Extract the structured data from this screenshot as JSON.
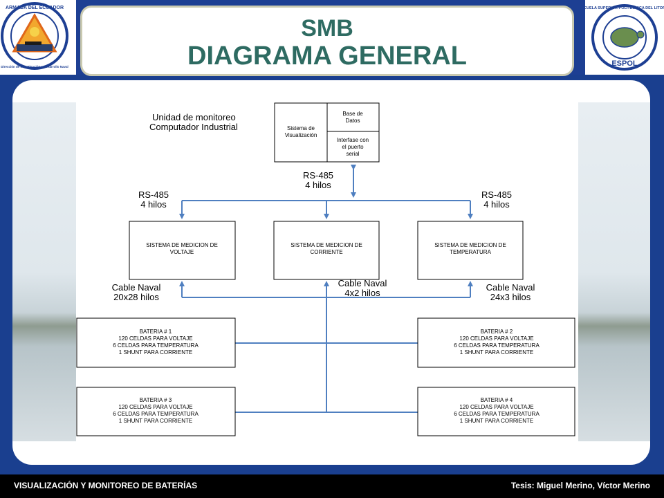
{
  "title": {
    "line1": "SMB",
    "line2": "DIAGRAMA GENERAL"
  },
  "logos": {
    "left": "ARMADA DEL ECUADOR",
    "left_sub": "Dirección de Investigación y Desarrollo Naval",
    "right": "ESCUELA SUPERIOR POLITECNICA DEL LITORAL",
    "right_sub": "ESPOL"
  },
  "diagram": {
    "monitor_label_1": "Unidad de monitoreo",
    "monitor_label_2": "Computador Industrial",
    "computer": {
      "vis_1": "Sistema de",
      "vis_2": "Visualización",
      "db_1": "Base de",
      "db_2": "Datos",
      "iface_1": "Interfase con",
      "iface_2": "el puerto",
      "iface_3": "serial"
    },
    "rs485_center_1": "RS-485",
    "rs485_center_2": "4 hilos",
    "rs485_left_1": "RS-485",
    "rs485_left_2": "4 hilos",
    "rs485_right_1": "RS-485",
    "rs485_right_2": "4 hilos",
    "systems": {
      "voltage_1": "SISTEMA DE MEDICION DE",
      "voltage_2": "VOLTAJE",
      "current_1": "SISTEMA DE MEDICION DE",
      "current_2": "CORRIENTE",
      "temp_1": "SISTEMA DE MEDICION DE",
      "temp_2": "TEMPERATURA"
    },
    "cable_left_1": "Cable Naval",
    "cable_left_2": "20x28 hilos",
    "cable_center_1": "Cable Naval",
    "cable_center_2": "4x2 hilos",
    "cable_right_1": "Cable Naval",
    "cable_right_2": "24x3 hilos",
    "batteries": [
      {
        "name": "BATERIA # 1",
        "l1": "120 CELDAS PARA VOLTAJE",
        "l2": "6 CELDAS PARA TEMPERATURA",
        "l3": "1 SHUNT PARA CORRIENTE"
      },
      {
        "name": "BATERIA # 2",
        "l1": "120 CELDAS PARA VOLTAJE",
        "l2": "6 CELDAS PARA TEMPERATURA",
        "l3": "1 SHUNT PARA CORRIENTE"
      },
      {
        "name": "BATERIA # 3",
        "l1": "120 CELDAS PARA VOLTAJE",
        "l2": "6 CELDAS PARA TEMPERATURA",
        "l3": "1 SHUNT PARA CORRIENTE"
      },
      {
        "name": "BATERIA # 4",
        "l1": "120 CELDAS PARA VOLTAJE",
        "l2": "6 CELDAS PARA TEMPERATURA",
        "l3": "1 SHUNT PARA CORRIENTE"
      }
    ]
  },
  "footer": {
    "left": "VISUALIZACIÓN Y MONITOREO DE BATERÍAS",
    "right": "Tesis: Miguel Merino, Víctor Merino"
  },
  "colors": {
    "title": "#2e6b62",
    "band": "#1d3f93",
    "line": "#4f7fc0"
  }
}
